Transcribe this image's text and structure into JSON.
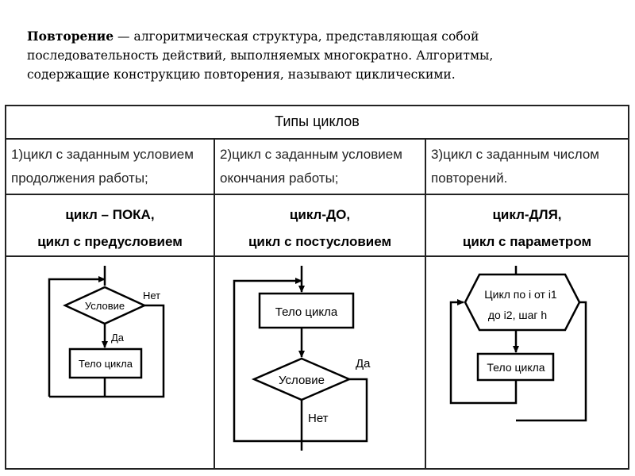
{
  "intro": {
    "term": "Повторение",
    "line1_rest": " — алгоритмическая структура, представляющая собой",
    "line2": "последовательность действий, выполняемых многократно. Алгоритмы,",
    "line3": "содержащие конструкцию повторения, называют циклическими."
  },
  "table": {
    "title": "Типы циклов",
    "columns": [
      {
        "desc_line1": "1)цикл с заданным условием",
        "desc_line2": "продолжения работы;",
        "name_line1": "цикл – ПОКА,",
        "name_line2": "цикл с предусловием",
        "diagram": {
          "condition": "Условие",
          "no": "Нет",
          "yes": "Да",
          "body": "Тело цикла"
        }
      },
      {
        "desc_line1": "2)цикл с заданным условием",
        "desc_line2": "окончания работы;",
        "name_line1": "цикл-ДО,",
        "name_line2": "цикл с постусловием",
        "diagram": {
          "body": "Тело цикла",
          "condition": "Условие",
          "yes": "Да",
          "no": "Нет"
        }
      },
      {
        "desc_line1": "3)цикл с заданным числом",
        "desc_line2": "повторений.",
        "name_line1": "цикл-ДЛЯ,",
        "name_line2": "цикл с параметром",
        "diagram": {
          "header_line1": "Цикл по i от i1",
          "header_line2": "до i2, шаг h",
          "body": "Тело цикла"
        }
      }
    ]
  }
}
